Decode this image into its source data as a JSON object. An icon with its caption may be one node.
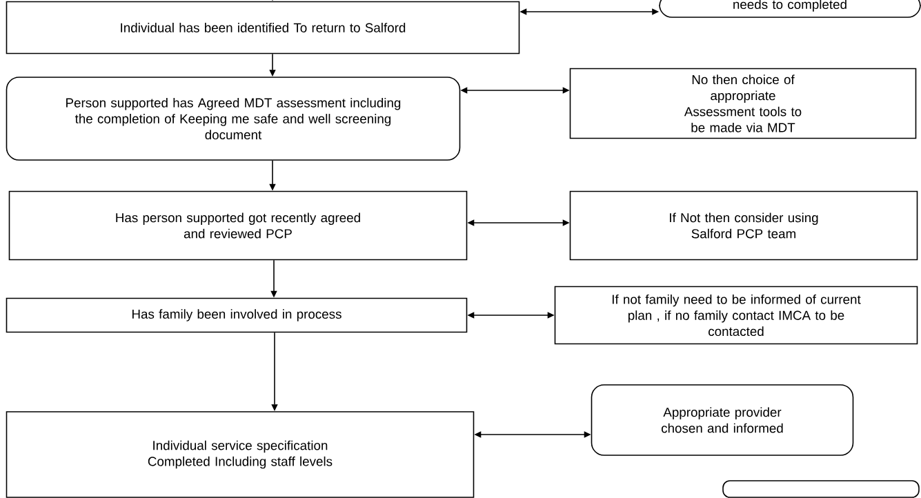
{
  "diagram": {
    "nodes": [
      {
        "text": [
          "Individual has been identified To return to Salford"
        ]
      },
      {
        "text": [
          "needs to completed"
        ]
      },
      {
        "text": [
          "Person supported has Agreed MDT  assessment including the completion of Keeping me safe and well screening document"
        ]
      },
      {
        "text": [
          "No then choice of appropriate Assessment tools to be made via MDT"
        ]
      },
      {
        "text": [
          "Has person supported  got recently agreed and reviewed PCP"
        ]
      },
      {
        "text": [
          "If Not then consider using Salford PCP team"
        ]
      },
      {
        "text": [
          "Has family been involved in process"
        ]
      },
      {
        "text": [
          "If not family need to be informed of current plan , if no family contact IMCA to be contacted"
        ]
      },
      {
        "text": [
          "Individual service specification Completed Including staff levels"
        ]
      },
      {
        "text": [
          "Appropriate provider chosen and informed"
        ]
      },
      {
        "text": [],
        "shape": "box"
      }
    ],
    "edges": [
      {
        "from": null,
        "to": 0,
        "arrow": "to"
      },
      {
        "from": 0,
        "to": 1,
        "arrow": "both"
      },
      {
        "from": 0,
        "to": 2,
        "arrow": "to"
      },
      {
        "from": 2,
        "to": 3,
        "arrow": "both"
      },
      {
        "from": 2,
        "to": 4,
        "arrow": "to"
      },
      {
        "from": 4,
        "to": 5,
        "arrow": "both"
      },
      {
        "from": 4,
        "to": 6,
        "arrow": "to"
      },
      {
        "from": 6,
        "to": 7,
        "arrow": "both"
      },
      {
        "from": 6,
        "to": 8,
        "arrow": "to"
      },
      {
        "from": 8,
        "to": 9,
        "arrow": "both"
      }
    ]
  }
}
